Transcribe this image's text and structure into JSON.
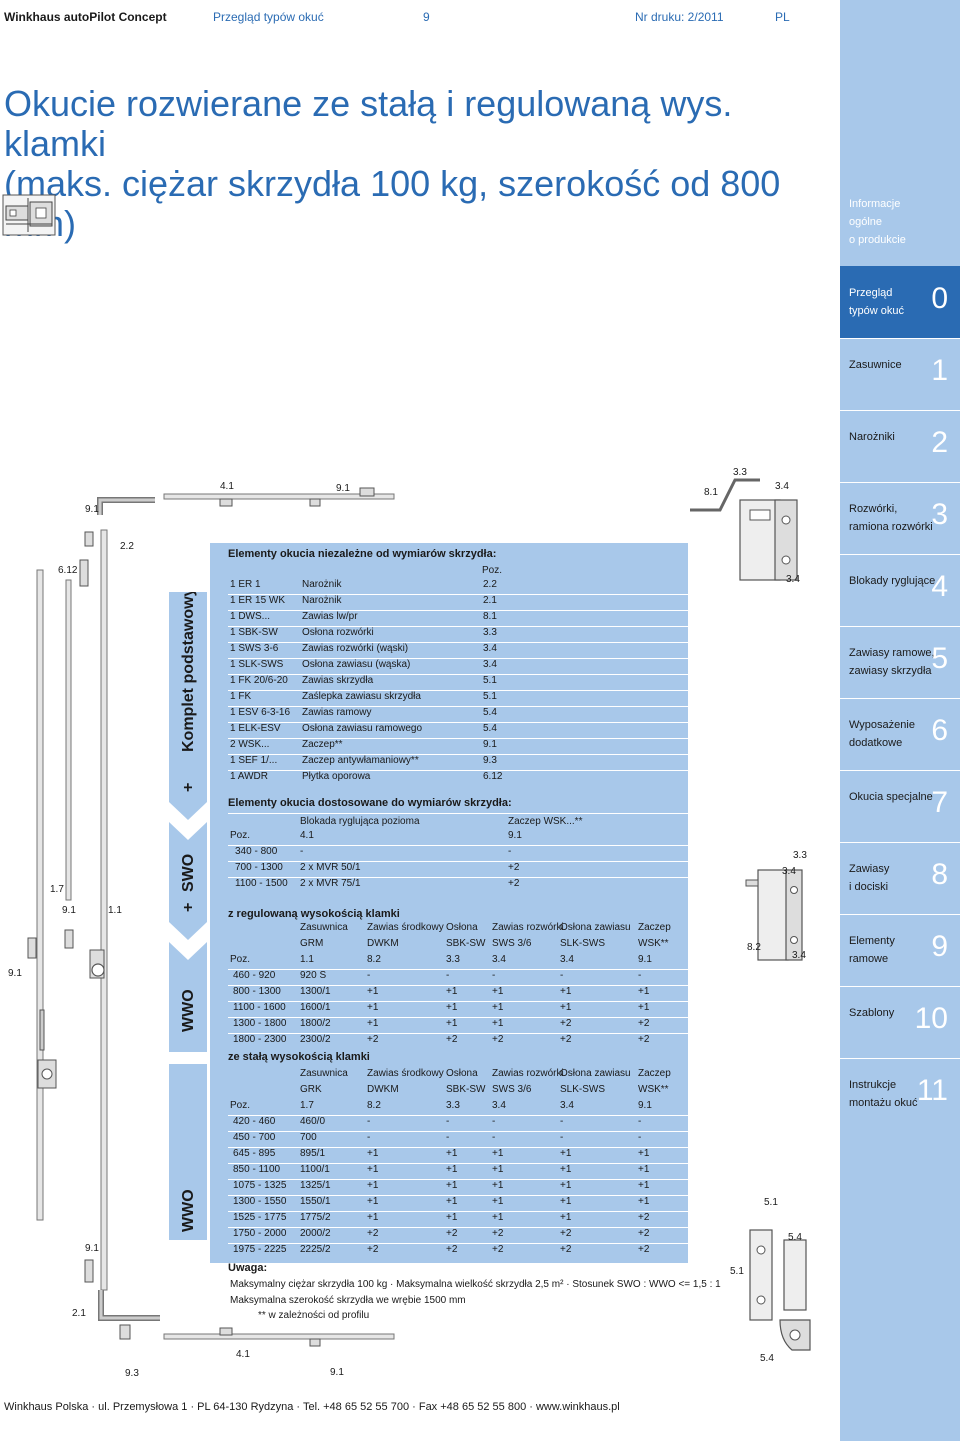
{
  "header": {
    "brand": "Winkhaus autoPilot Concept",
    "section": "Przegląd typów okuć",
    "page": "9",
    "print_no": "Nr druku: 2/2011",
    "lang": "PL"
  },
  "title": {
    "line1": "Okucie rozwierane ze stałą i regulowaną wys. klamki",
    "line2": "(maks. ciężar skrzydła 100 kg, szerokość od 800 mm)"
  },
  "side_label": {
    "wwo_top": "WWO",
    "plus1": "+",
    "swo": "SWO",
    "plus2": "+",
    "komplet": "Komplet podstawowy",
    "wwo_bottom": "WWO"
  },
  "fixed": {
    "heading": "Elementy okucia niezależne od wymiarów skrzydła:",
    "poz_header": "Poz.",
    "rows": [
      {
        "qty_code": "1  ER 1",
        "name": "Narożnik",
        "poz": "2.2"
      },
      {
        "qty_code": "1  ER 15 WK",
        "name": "Narożnik",
        "poz": "2.1"
      },
      {
        "qty_code": "1  DWS...",
        "name": "Zawias lw/pr",
        "poz": "8.1"
      },
      {
        "qty_code": "1  SBK-SW",
        "name": "Osłona rozwórki",
        "poz": "3.3"
      },
      {
        "qty_code": "1  SWS 3-6",
        "name": "Zawias rozwórki (wąski)",
        "poz": "3.4"
      },
      {
        "qty_code": "1  SLK-SWS",
        "name": "Osłona zawiasu (wąska)",
        "poz": "3.4"
      },
      {
        "qty_code": "1  FK 20/6-20",
        "name": "Zawias skrzydła",
        "poz": "5.1"
      },
      {
        "qty_code": "1  FK",
        "name": "Zaślepka zawiasu skrzydła",
        "poz": "5.1"
      },
      {
        "qty_code": "1  ESV 6-3-16",
        "name": "Zawias ramowy",
        "poz": "5.4"
      },
      {
        "qty_code": "1  ELK-ESV",
        "name": "Osłona zawiasu ramowego",
        "poz": "5.4"
      },
      {
        "qty_code": "2  WSK...",
        "name": "Zaczep**",
        "poz": "9.1"
      },
      {
        "qty_code": "1  SEF 1/...",
        "name": "Zaczep antywłamaniowy**",
        "poz": "9.3"
      },
      {
        "qty_code": "1  AWDR",
        "name": "Płytka oporowa",
        "poz": "6.12"
      }
    ]
  },
  "sized": {
    "heading": "Elementy okucia dostosowane do wymiarów skrzydła:",
    "col1": "Blokada ryglująca pozioma",
    "col2": "Zaczep WSK...**",
    "poz_label": "Poz.",
    "poz1": "4.1",
    "poz2": "9.1",
    "rows": [
      {
        "range": "340 - 800",
        "a": "-",
        "b": "-"
      },
      {
        "range": "700 - 1300",
        "a": "2 x MVR 50/1",
        "b": "+2"
      },
      {
        "range": "1100 - 1500",
        "a": "2 x MVR 75/1",
        "b": "+2"
      }
    ]
  },
  "adjustable": {
    "heading": "z regulowaną wysokością klamki",
    "headers1": [
      "Zasuwnica",
      "Zawias środkowy",
      "Osłona",
      "Zawias rozwórki",
      "Osłona zawiasu",
      "Zaczep"
    ],
    "headers2": [
      "GRM",
      "DWKM",
      "SBK-SW",
      "SWS 3/6",
      "SLK-SWS",
      "WSK**"
    ],
    "poz_label": "Poz.",
    "poz": [
      "1.1",
      "8.2",
      "3.3",
      "3.4",
      "3.4",
      "9.1"
    ],
    "rows": [
      {
        "range": "460 - 920",
        "cells": [
          "920 S",
          "-",
          "-",
          "-",
          "-",
          "-"
        ]
      },
      {
        "range": "800 - 1300",
        "cells": [
          "1300/1",
          "+1",
          "+1",
          "+1",
          "+1",
          "+1"
        ]
      },
      {
        "range": "1100 - 1600",
        "cells": [
          "1600/1",
          "+1",
          "+1",
          "+1",
          "+1",
          "+1"
        ]
      },
      {
        "range": "1300 - 1800",
        "cells": [
          "1800/2",
          "+1",
          "+1",
          "+1",
          "+2",
          "+2"
        ]
      },
      {
        "range": "1800 - 2300",
        "cells": [
          "2300/2",
          "+2",
          "+2",
          "+2",
          "+2",
          "+2"
        ]
      }
    ]
  },
  "constant": {
    "heading": "ze stałą wysokością klamki",
    "headers1": [
      "Zasuwnica",
      "Zawias środkowy",
      "Osłona",
      "Zawias rozwórki",
      "Osłona zawiasu",
      "Zaczep"
    ],
    "headers2": [
      "GRK",
      "DWKM",
      "SBK-SW",
      "SWS 3/6",
      "SLK-SWS",
      "WSK**"
    ],
    "poz_label": "Poz.",
    "poz": [
      "1.7",
      "8.2",
      "3.3",
      "3.4",
      "3.4",
      "9.1"
    ],
    "rows": [
      {
        "range": "420 - 460",
        "cells": [
          "460/0",
          "-",
          "-",
          "-",
          "-",
          "-"
        ]
      },
      {
        "range": "450 - 700",
        "cells": [
          "700",
          "-",
          "-",
          "-",
          "-",
          "-"
        ]
      },
      {
        "range": "645 - 895",
        "cells": [
          "895/1",
          "+1",
          "+1",
          "+1",
          "+1",
          "+1"
        ]
      },
      {
        "range": "850 - 1100",
        "cells": [
          "1100/1",
          "+1",
          "+1",
          "+1",
          "+1",
          "+1"
        ]
      },
      {
        "range": "1075 - 1325",
        "cells": [
          "1325/1",
          "+1",
          "+1",
          "+1",
          "+1",
          "+1"
        ]
      },
      {
        "range": "1300 - 1550",
        "cells": [
          "1550/1",
          "+1",
          "+1",
          "+1",
          "+1",
          "+1"
        ]
      },
      {
        "range": "1525 - 1775",
        "cells": [
          "1775/2",
          "+1",
          "+1",
          "+1",
          "+1",
          "+2"
        ]
      },
      {
        "range": "1750 - 2000",
        "cells": [
          "2000/2",
          "+2",
          "+2",
          "+2",
          "+2",
          "+2"
        ]
      },
      {
        "range": "1975 - 2225",
        "cells": [
          "2225/2",
          "+2",
          "+2",
          "+2",
          "+2",
          "+2"
        ]
      }
    ]
  },
  "note": {
    "heading": "Uwaga:",
    "line1": "Maksymalny ciężar skrzydła 100 kg · Maksymalna wielkość skrzydła 2,5 m² · Stosunek SWO : WWO <= 1,5 : 1",
    "line2": "Maksymalna szerokość skrzydła we wrębie 1500 mm",
    "line3": "** w zależności od profilu"
  },
  "diagram_labels": {
    "l_4_1_top": "4.1",
    "l_9_1_top": "9.1",
    "l_9_1_tl": "9.1",
    "l_2_2": "2.2",
    "l_6_12": "6.12",
    "l_1_7": "1.7",
    "l_9_1_mid": "9.1",
    "l_1_1": "1.1",
    "l_9_1_left": "9.1",
    "l_9_1_low": "9.1",
    "l_2_1": "2.1",
    "l_9_3": "9.3",
    "l_4_1_bot": "4.1",
    "l_9_1_bot": "9.1",
    "l_8_1": "8.1",
    "l_3_3_top": "3.3",
    "l_3_4_top": "3.4",
    "l_3_4_r": "3.4",
    "l_3_3_mid": "3.3",
    "l_3_4_mid": "3.4",
    "l_8_2": "8.2",
    "l_3_4_low": "3.4",
    "l_5_1_a": "5.1",
    "l_5_4_a": "5.4",
    "l_5_1_b": "5.1",
    "l_5_4_b": "5.4"
  },
  "sidebar": {
    "tabs": [
      {
        "label": "Informacje\nogólne\no produkcie",
        "num": ""
      },
      {
        "label": "Przegląd\ntypów okuć",
        "num": "0"
      },
      {
        "label": "Zasuwnice",
        "num": "1"
      },
      {
        "label": "Narożniki",
        "num": "2"
      },
      {
        "label": "Rozwórki,\nramiona rozwórki",
        "num": "3"
      },
      {
        "label": "Blokady ryglujące",
        "num": "4"
      },
      {
        "label": "Zawiasy ramowe,\nzawiasy skrzydła",
        "num": "5"
      },
      {
        "label": "Wyposażenie\ndodatkowe",
        "num": "6"
      },
      {
        "label": "Okucia specjalne",
        "num": "7"
      },
      {
        "label": "Zawiasy\ni dociski",
        "num": "8"
      },
      {
        "label": "Elementy\nramowe",
        "num": "9"
      },
      {
        "label": "Szablony",
        "num": "10"
      },
      {
        "label": "Instrukcje\nmontażu okuć",
        "num": "11"
      }
    ]
  },
  "footer": {
    "text": "Winkhaus Polska · ul. Przemysłowa 1 · PL 64-130 Rydzyna · Tel. +48 65 52 55 700 · Fax +48 65 52 55 800 · www.winkhaus.pl"
  }
}
